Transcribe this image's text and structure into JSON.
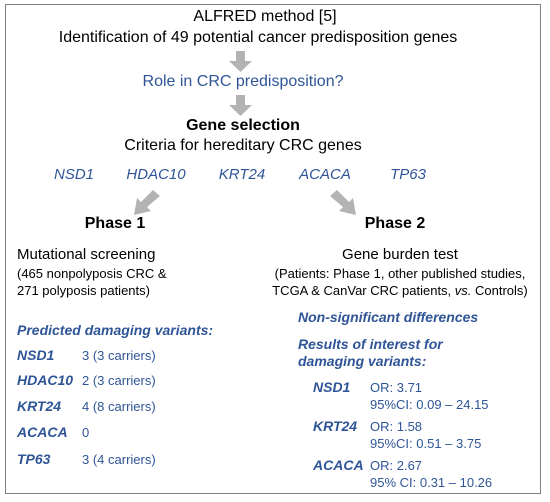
{
  "header": {
    "line1": "ALFRED method [5]",
    "line2": "Identification of 49 potential cancer predisposition genes"
  },
  "question": "Role in CRC predisposition?",
  "selection": {
    "title": "Gene selection",
    "subtitle": "Criteria for hereditary CRC genes"
  },
  "genes": [
    "NSD1",
    "HDAC10",
    "KRT24",
    "ACACA",
    "TP63"
  ],
  "phase1": {
    "title": "Phase 1",
    "method": "Mutational screening",
    "detail_line1": "(465 nonpolyposis CRC &",
    "detail_line2": "271 polyposis patients)",
    "results_title": "Predicted damaging variants:",
    "variants": [
      {
        "gene": "NSD1",
        "value": "3 (3 carriers)"
      },
      {
        "gene": "HDAC10",
        "value": "2 (3 carriers)"
      },
      {
        "gene": "KRT24",
        "value": "4 (8 carriers)"
      },
      {
        "gene": "ACACA",
        "value": "0"
      },
      {
        "gene": "TP63",
        "value": "3 (4 carriers)"
      }
    ]
  },
  "phase2": {
    "title": "Phase 2",
    "method": "Gene burden test",
    "detail_line1": "(Patients: Phase 1, other published studies,",
    "detail_line2_a": "TCGA & CanVar CRC patients, ",
    "detail_line2_vs": "vs.",
    "detail_line2_b": " Controls)",
    "nonsig": "Non-significant differences",
    "interest_line1": "Results of interest for",
    "interest_line2": "damaging variants:",
    "results": [
      {
        "gene": "NSD1",
        "or": "OR: 3.71",
        "ci": "95%CI: 0.09 – 24.15"
      },
      {
        "gene": "KRT24",
        "or": "OR: 1.58",
        "ci": "95%CI: 0.51 – 3.75"
      },
      {
        "gene": "ACACA",
        "or": "OR: 2.67",
        "ci": "95% CI: 0.31 – 10.26"
      }
    ]
  },
  "colors": {
    "blue_text": "#2f5597",
    "arrow": "#b3b3b3",
    "frame": "#7f7f7f"
  }
}
